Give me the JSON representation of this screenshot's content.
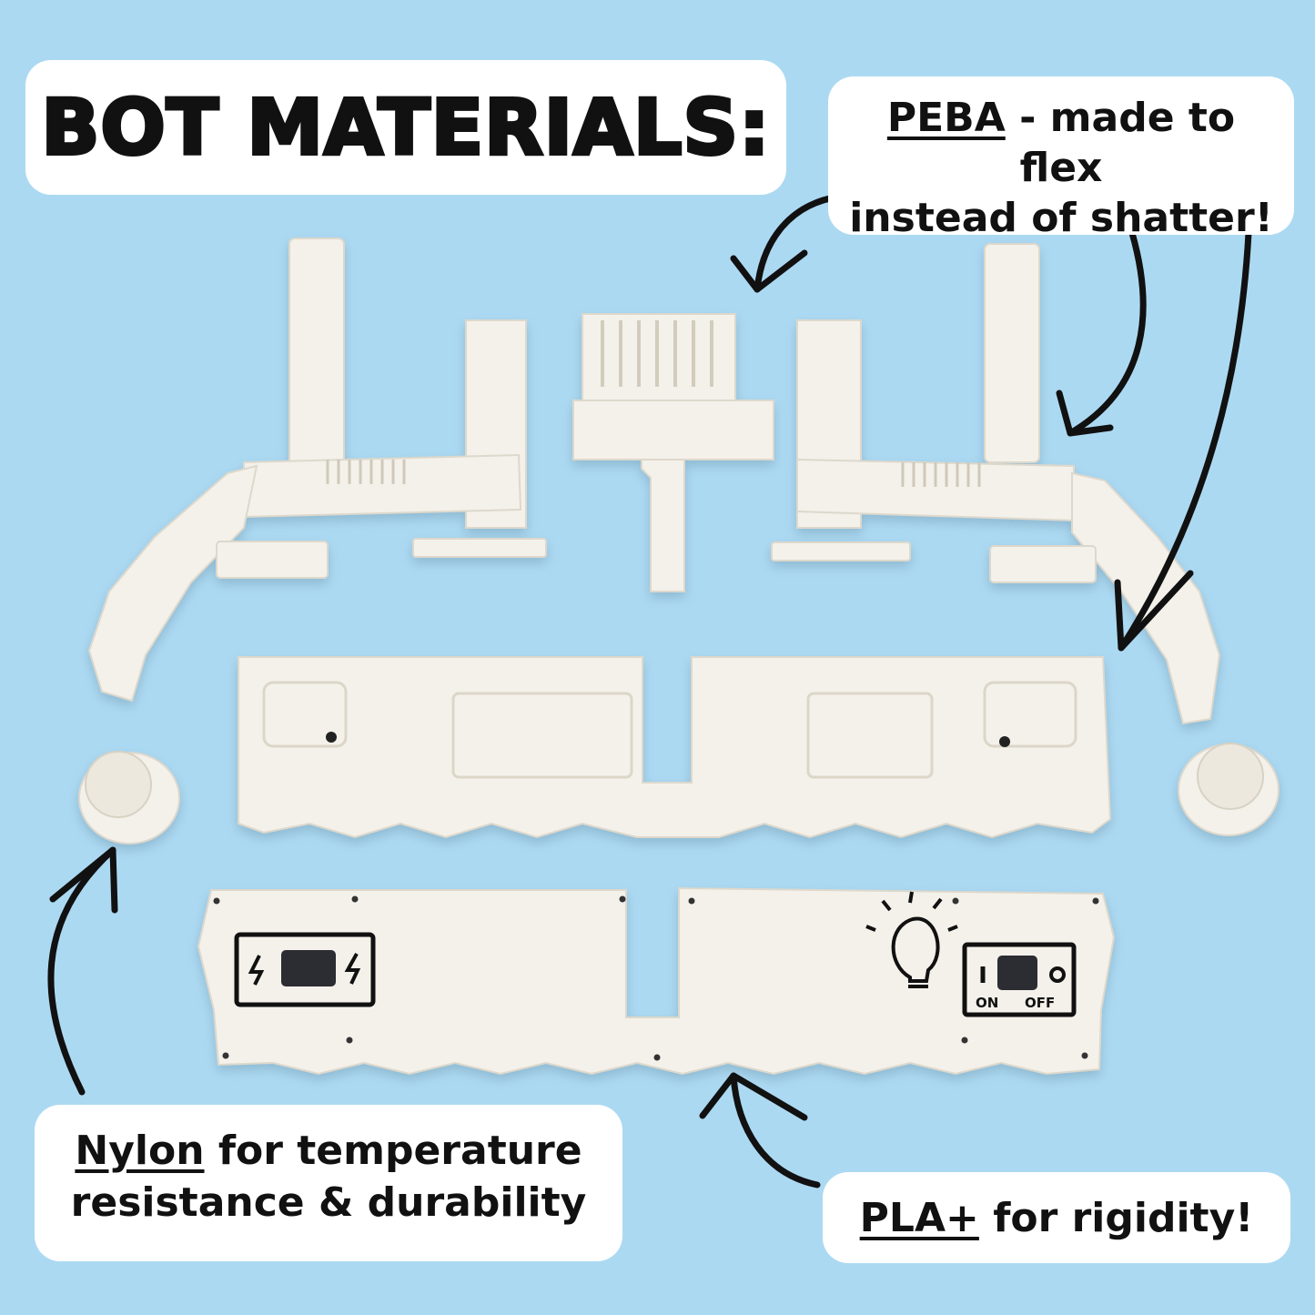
{
  "title": "BOT MATERIALS:",
  "peba": {
    "name": "PEBA",
    "line1_rest": " - made to flex",
    "line2": "instead of shatter!"
  },
  "nylon": {
    "name": "Nylon",
    "line1_rest": " for temperature",
    "line2": "resistance & durability"
  },
  "pla": {
    "name": "PLA+",
    "rest": " for rigidity!"
  },
  "switch_panel": {
    "on_label": "ON",
    "off_label": "OFF"
  },
  "colors": {
    "background": "#acd9f2",
    "part": "#f4f1ea",
    "ink": "#111111"
  }
}
